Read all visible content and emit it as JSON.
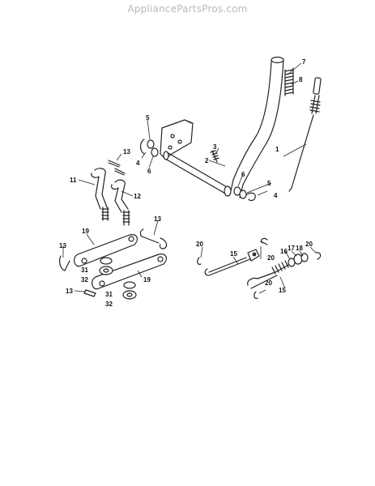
{
  "watermark": "AppliancePartsPros.com",
  "callouts": {
    "c1": "1",
    "c2": "2",
    "c3": "3",
    "c4a": "4",
    "c4b": "4",
    "c5a": "5",
    "c5b": "5",
    "c6a": "6",
    "c6b": "6",
    "c7": "7",
    "c8": "8",
    "c11": "11",
    "c12": "12",
    "c13a": "13",
    "c13b": "13",
    "c13c": "13",
    "c13d": "13",
    "c15a": "15",
    "c15b": "15",
    "c16": "16",
    "c17": "17",
    "c18": "18",
    "c19a": "19",
    "c19b": "19",
    "c20a": "20",
    "c20b": "20",
    "c20c": "20",
    "c20d": "20",
    "c31a": "31",
    "c31b": "31",
    "c32a": "32",
    "c32b": "32"
  }
}
